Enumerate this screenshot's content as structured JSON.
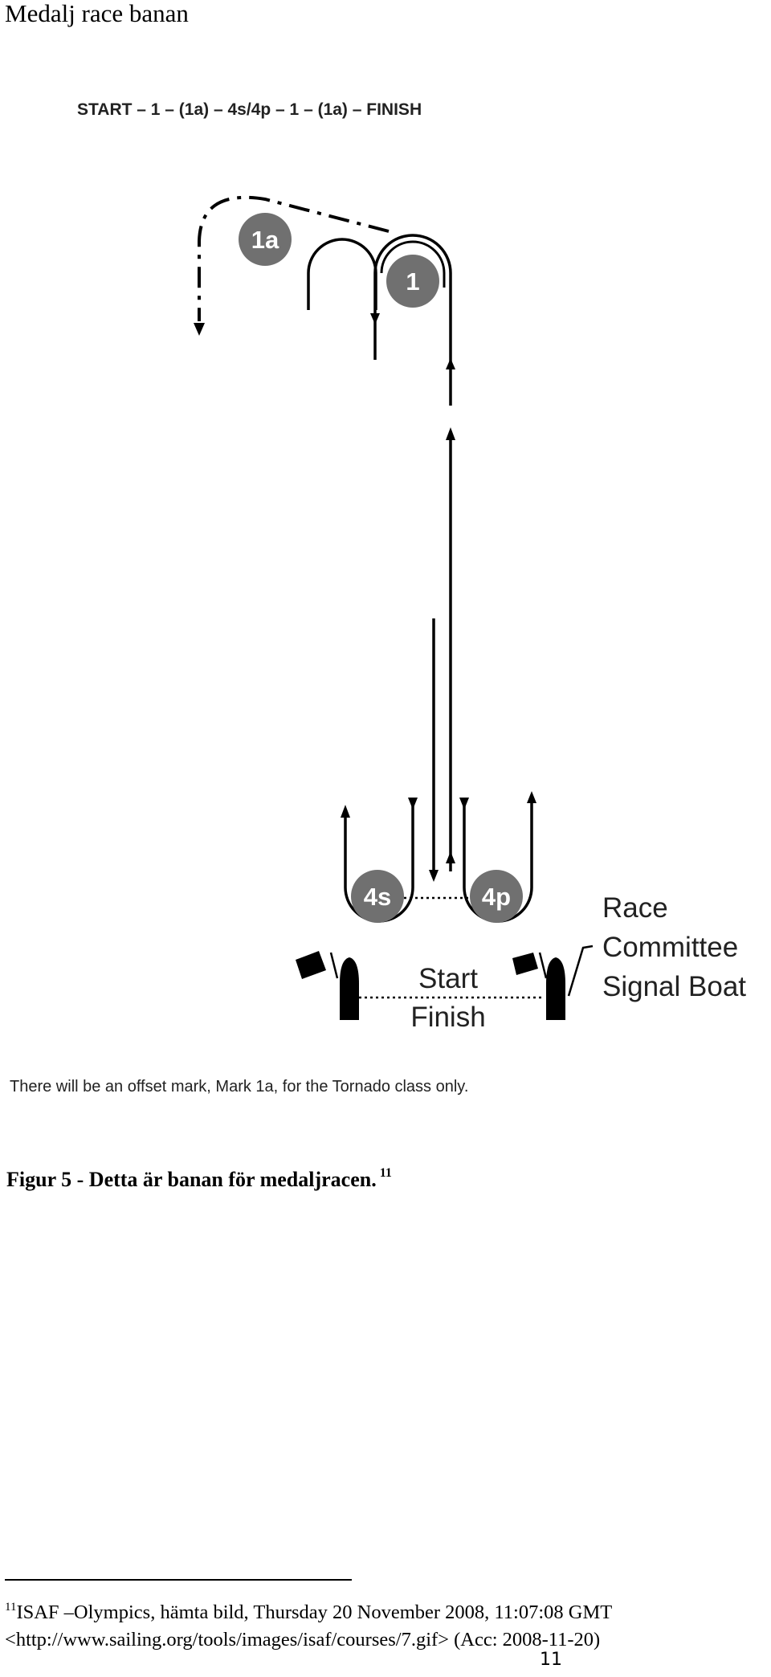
{
  "page": {
    "heading": "Medalj race banan",
    "page_number": "11"
  },
  "figure": {
    "course_sequence": "START – 1 – (1a) – 4s/4p – 1 – (1a) – FINISH",
    "marks": {
      "mark_1": "1",
      "mark_1a": "1a",
      "mark_4s": "4s",
      "mark_4p": "4p"
    },
    "line_labels": {
      "start": "Start",
      "finish": "Finish"
    },
    "signal_boat_label": [
      "Race",
      "Committee",
      "Signal Boat"
    ],
    "note": "There will be an offset mark, Mark 1a, for the Tornado class only.",
    "colors": {
      "mark_fill": "#707070",
      "mark_text": "#ffffff",
      "lines": "#000000"
    }
  },
  "caption": {
    "text": "Figur 5 - Detta är banan för medaljracen.",
    "footnote_ref": "11"
  },
  "footnote": {
    "number": "11",
    "line1": "ISAF –Olympics, hämta bild, Thursday 20 November 2008, 11:07:08 GMT",
    "line2": "<http://www.sailing.org/tools/images/isaf/courses/7.gif> (Acc: 2008-11-20)"
  }
}
